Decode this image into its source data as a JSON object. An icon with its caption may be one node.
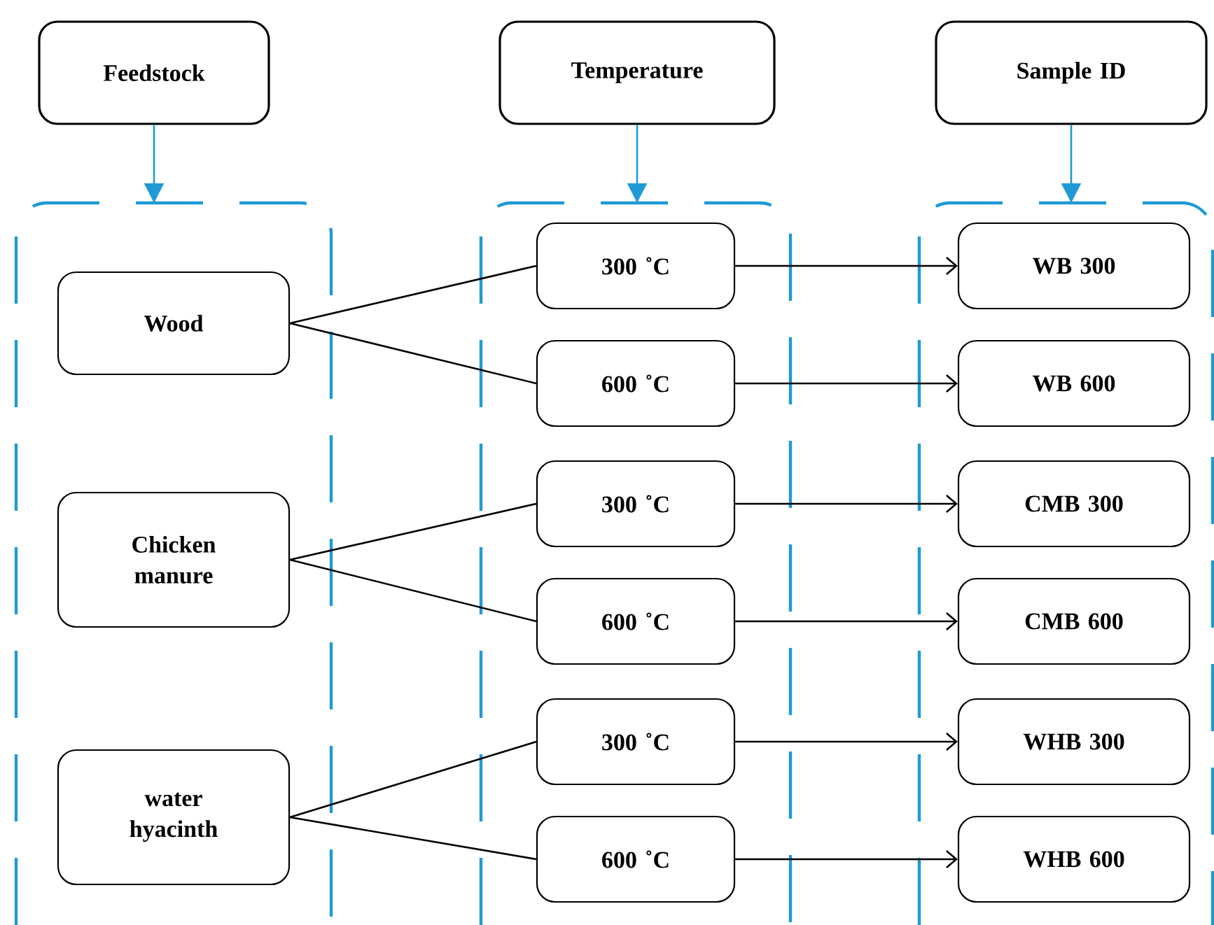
{
  "diagram": {
    "nodes": [
      {
        "text": [
          "Feedstock"
        ]
      },
      {
        "text": [
          "Temperature"
        ]
      },
      {
        "text": [
          "Sample ID"
        ]
      },
      {
        "text": [],
        "shape": "box"
      },
      {
        "text": [],
        "shape": "box"
      },
      {
        "text": [],
        "shape": "box"
      },
      {
        "text": [
          "Wood"
        ],
        "in": 3
      },
      {
        "text": [
          "Chicken manure"
        ],
        "in": 3
      },
      {
        "text": [
          "water hyacinth"
        ],
        "in": 3
      },
      {
        "text": [
          "300 ˚C"
        ],
        "in": 4
      },
      {
        "text": [
          "600 ˚C"
        ],
        "in": 4
      },
      {
        "text": [
          "300 ˚C"
        ],
        "in": 4
      },
      {
        "text": [
          "600 ˚C"
        ],
        "in": 4
      },
      {
        "text": [
          "300 ˚C"
        ],
        "in": 4
      },
      {
        "text": [
          "600 ˚C"
        ],
        "in": 4
      },
      {
        "text": [
          "WB 300"
        ],
        "in": 5
      },
      {
        "text": [
          "WB 600"
        ],
        "in": 5
      },
      {
        "text": [
          "CMB 300"
        ],
        "in": 5
      },
      {
        "text": [
          "CMB 600"
        ],
        "in": 5
      },
      {
        "text": [
          "WHB 300"
        ],
        "in": 5
      },
      {
        "text": [
          "WHB 600"
        ],
        "in": 5
      }
    ],
    "edges": [
      {
        "from": 0,
        "to": 3,
        "arrow": "to",
        "color": "#1f9ad6"
      },
      {
        "from": 1,
        "to": 4,
        "arrow": "to",
        "color": "#1f9ad6"
      },
      {
        "from": 2,
        "to": 5,
        "arrow": "to",
        "color": "#1f9ad6"
      },
      {
        "from": 6,
        "to": 9,
        "arrow": "none"
      },
      {
        "from": 6,
        "to": 10,
        "arrow": "none"
      },
      {
        "from": 7,
        "to": 11,
        "arrow": "none"
      },
      {
        "from": 7,
        "to": 12,
        "arrow": "none"
      },
      {
        "from": 8,
        "to": 13,
        "arrow": "none"
      },
      {
        "from": 8,
        "to": 14,
        "arrow": "none"
      },
      {
        "from": 9,
        "to": 15,
        "arrow": "to"
      },
      {
        "from": 10,
        "to": 16,
        "arrow": "to"
      },
      {
        "from": 11,
        "to": 17,
        "arrow": "to"
      },
      {
        "from": 12,
        "to": 18,
        "arrow": "to"
      },
      {
        "from": 13,
        "to": 19,
        "arrow": "to"
      },
      {
        "from": 14,
        "to": 20,
        "arrow": "to"
      }
    ]
  }
}
